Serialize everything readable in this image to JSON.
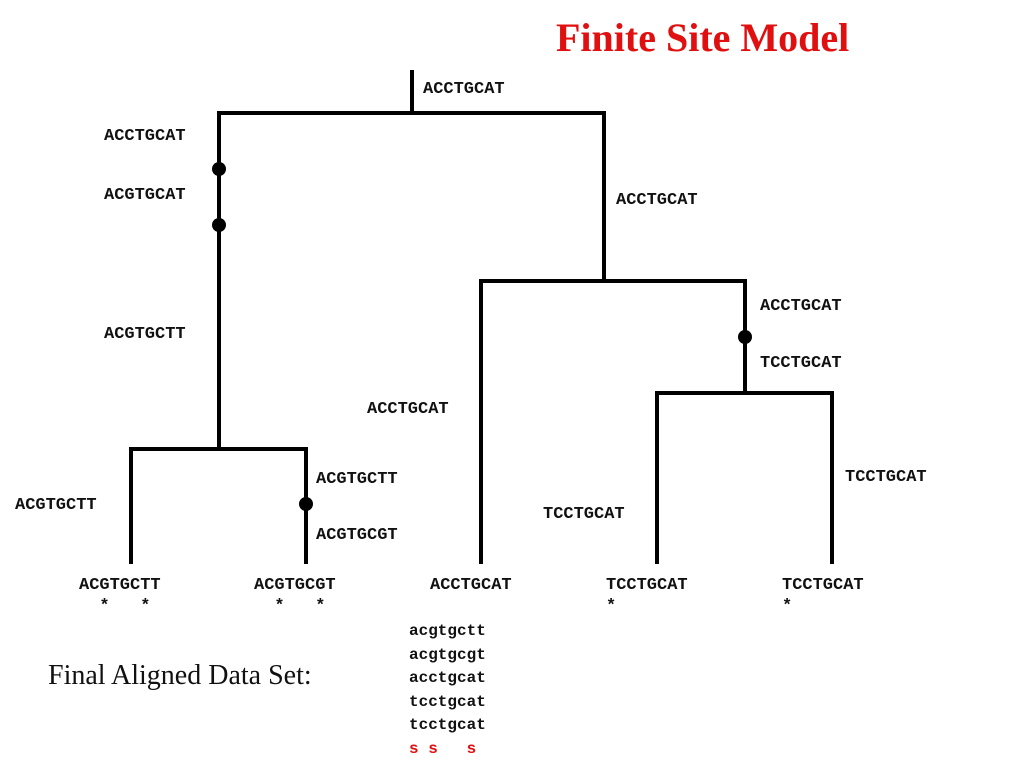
{
  "title": "Finite Site Model",
  "nodes": {
    "root": "ACCTGCAT",
    "left_top": "ACCTGCAT",
    "left_mid": "ACGTGCAT",
    "left_low": "ACGTGCTT",
    "left_leftleaf": "ACGTGCTT",
    "left_right_top": "ACGTGCTT",
    "left_right_bot": "ACGTGCGT",
    "right_branch": "ACCTGCAT",
    "right_inner_top": "ACCTGCAT",
    "right_inner_bot": "TCCTGCAT",
    "mid_leaf_branch": "ACCTGCAT",
    "t4_branch": "TCCTGCAT",
    "t5_branch": "TCCTGCAT"
  },
  "tips": [
    {
      "sequence": "ACGTGCTT",
      "marks": "  *   *"
    },
    {
      "sequence": "ACGTGCGT",
      "marks": "  *   *"
    },
    {
      "sequence": "ACCTGCAT",
      "marks": ""
    },
    {
      "sequence": "TCCTGCAT",
      "marks": "*"
    },
    {
      "sequence": "TCCTGCAT",
      "marks": "*"
    }
  ],
  "aligned": {
    "label": "Final Aligned Data Set:",
    "rows": [
      "acgtgctt",
      "acgtgcgt",
      "acctgcat",
      "tcctgcat",
      "tcctgcat"
    ],
    "sites": "s s   s"
  },
  "colors": {
    "accent": "#e01010",
    "line": "#000000"
  }
}
